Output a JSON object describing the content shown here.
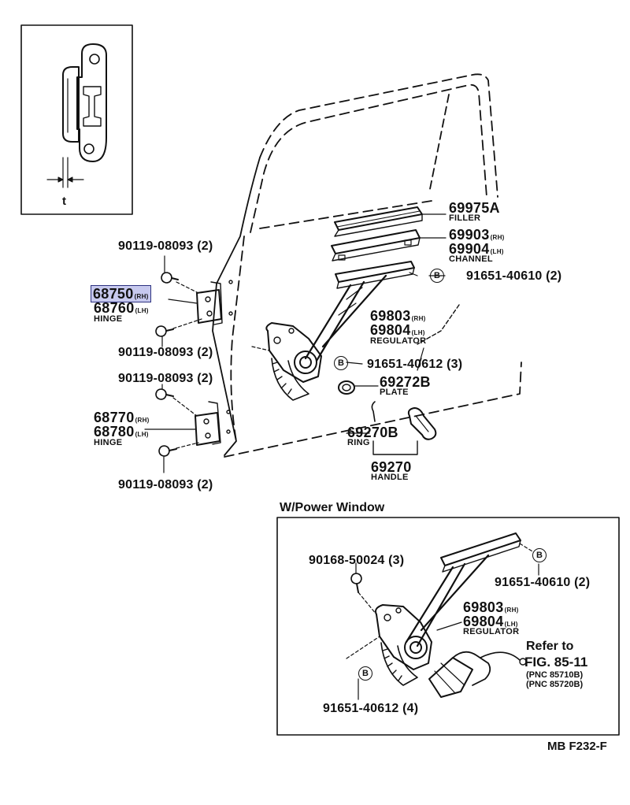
{
  "diagram": {
    "ref_code": "MB F232-F",
    "inset_label": "t",
    "power_window_title": "W/Power Window",
    "b_marker": "B",
    "labels": {
      "bolt_top_1": "90119-08093 (2)",
      "hinge_upper_rh": "68750",
      "hinge_upper_rh_sub": "(RH)",
      "hinge_upper_lh": "68760",
      "hinge_upper_lh_sub": "(LH)",
      "hinge_upper_name": "HINGE",
      "bolt_top_2": "90119-08093 (2)",
      "bolt_mid_1": "90119-08093 (2)",
      "hinge_lower_rh": "68770",
      "hinge_lower_rh_sub": "(RH)",
      "hinge_lower_lh": "68780",
      "hinge_lower_lh_sub": "(LH)",
      "hinge_lower_name": "HINGE",
      "bolt_bottom": "90119-08093 (2)",
      "filler_pn": "69975A",
      "filler_name": "FILLER",
      "channel_rh": "69903",
      "channel_rh_sub": "(RH)",
      "channel_lh": "69904",
      "channel_lh_sub": "(LH)",
      "channel_name": "CHANNEL",
      "bolt_b1": "91651-40610 (2)",
      "regulator_rh": "69803",
      "regulator_rh_sub": "(RH)",
      "regulator_lh": "69804",
      "regulator_lh_sub": "(LH)",
      "regulator_name": "REGULATOR",
      "bolt_b2": "91651-40612 (3)",
      "plate_pn": "69272B",
      "plate_name": "PLATE",
      "ring_pn": "69270B",
      "ring_name": "RING",
      "handle_pn": "69270",
      "handle_name": "HANDLE",
      "pw_bolt_top": "90168-50024 (3)",
      "pw_bolt_b1": "91651-40610 (2)",
      "pw_regulator_rh": "69803",
      "pw_regulator_rh_sub": "(RH)",
      "pw_regulator_lh": "69804",
      "pw_regulator_lh_sub": "(LH)",
      "pw_regulator_name": "REGULATOR",
      "refer_to": "Refer to",
      "refer_fig": "FIG. 85-11",
      "refer_pnc1": "(PNC 85710B)",
      "refer_pnc2": "(PNC 85720B)",
      "pw_bolt_b2": "91651-40612 (4)"
    }
  }
}
